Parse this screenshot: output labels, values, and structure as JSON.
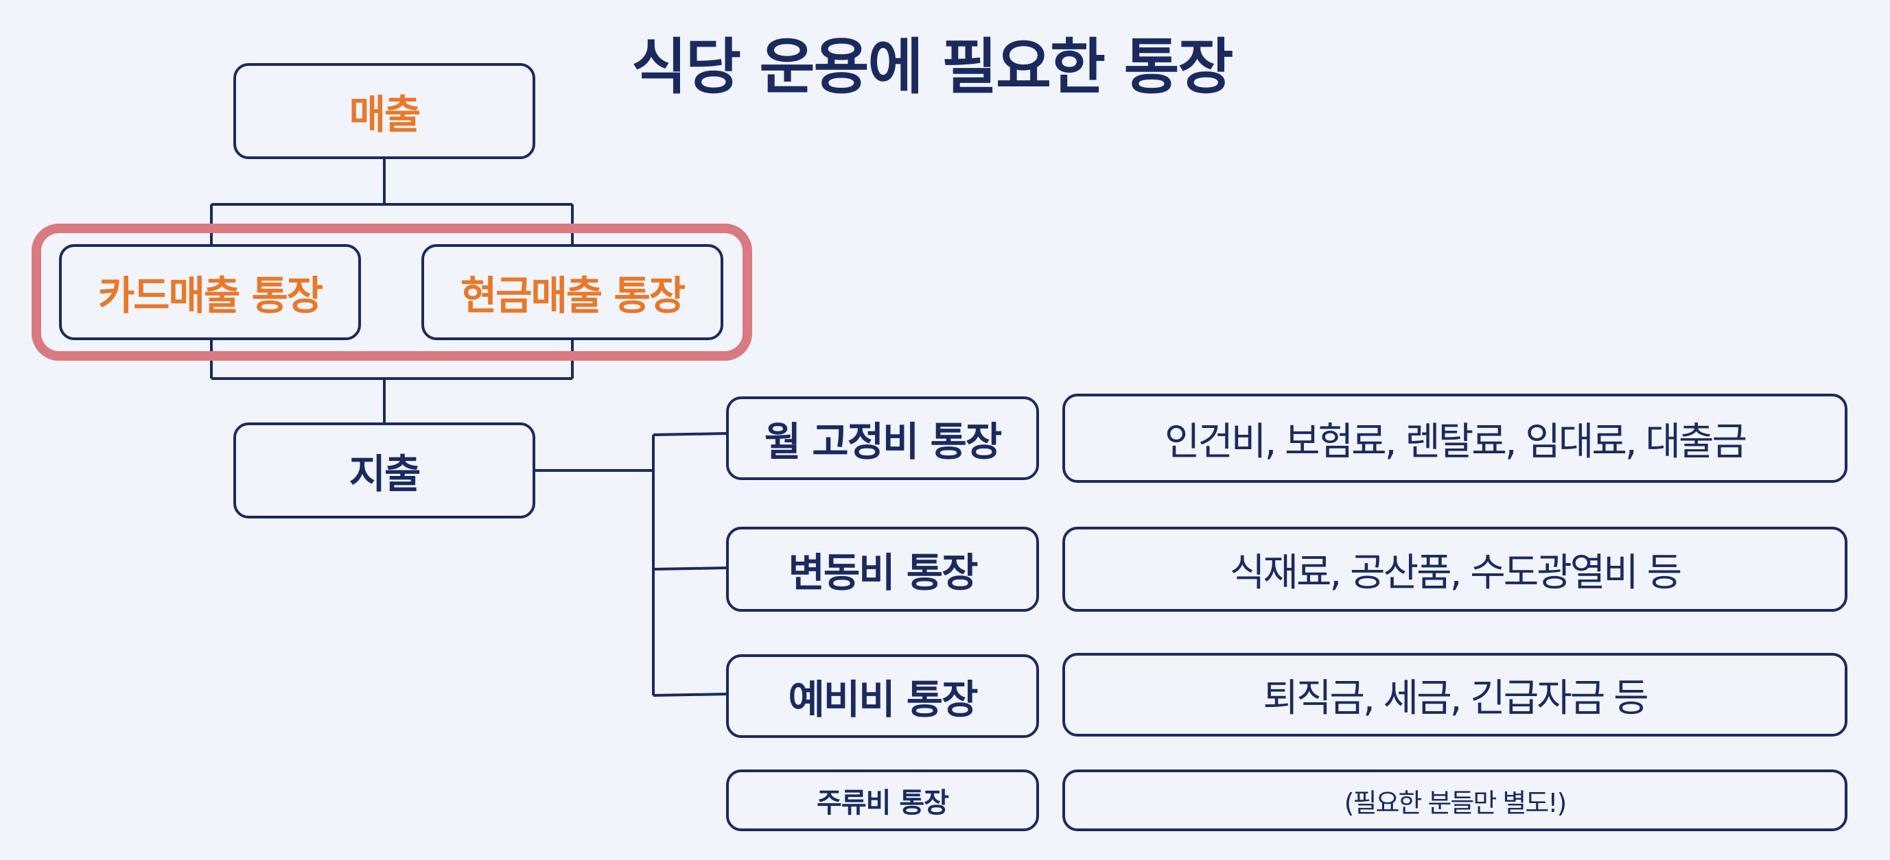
{
  "title": "식당 운용에 필요한 통장",
  "nodes": {
    "sales": "매출",
    "card_sales_account": "카드매출 통장",
    "cash_sales_account": "현금매출 통장",
    "expenses": "지출"
  },
  "accounts": [
    {
      "name": "월 고정비 통장",
      "description": "인건비, 보험료, 렌탈료, 임대료, 대출금"
    },
    {
      "name": "변동비 통장",
      "description": "식재료, 공산품, 수도광열비 등"
    },
    {
      "name": "예비비 통장",
      "description": "퇴직금, 세금, 긴급자금 등"
    },
    {
      "name": "주류비 통장",
      "description": "(필요한 분들만 별도!)"
    }
  ],
  "colors": {
    "navy": "#1b2a5e",
    "orange": "#e8782a",
    "highlight": "#d87a80",
    "background": "#f1f4fb"
  }
}
